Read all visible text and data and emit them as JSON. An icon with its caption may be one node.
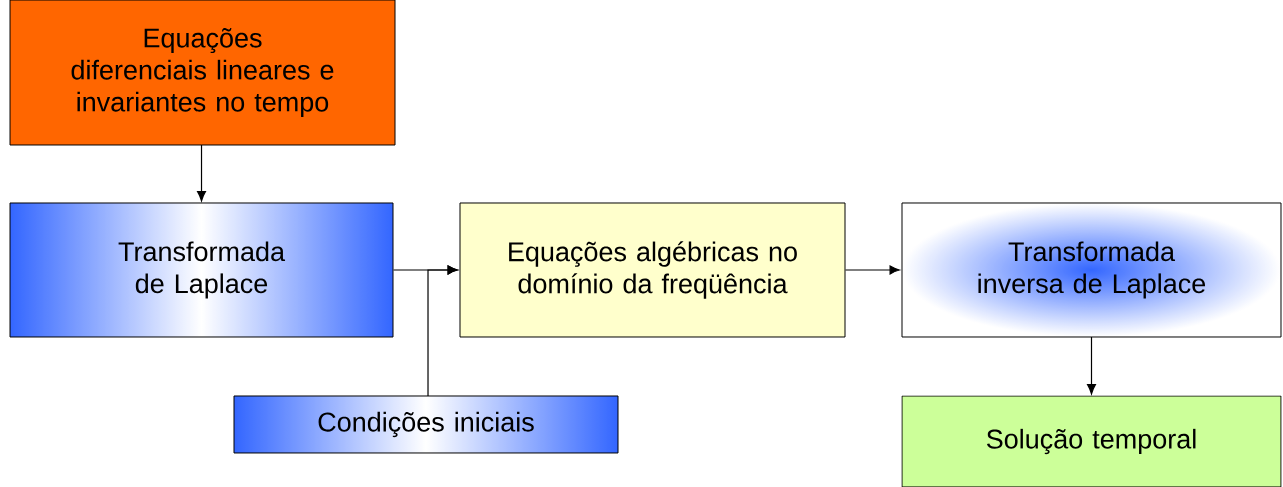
{
  "diagram": {
    "nodes": [
      {
        "text": [
          "Equações diferenciais lineares e invariantes no tempo"
        ]
      },
      {
        "text": [
          "Transformada de Laplace"
        ]
      },
      {
        "text": [
          "Equações algébricas no domínio da freqüência"
        ]
      },
      {
        "text": [
          "Transformada inversa de Laplace"
        ]
      },
      {
        "text": [
          "Condições iniciais"
        ]
      },
      {
        "text": [
          "Solução temporal"
        ]
      }
    ],
    "edges": [
      {
        "from": 0,
        "to": 1,
        "arrow": "to"
      },
      {
        "from": 1,
        "to": 2,
        "arrow": "to"
      },
      {
        "from": 4,
        "to": 2,
        "arrow": "to"
      },
      {
        "from": 2,
        "to": 3,
        "arrow": "to"
      },
      {
        "from": 3,
        "to": 5,
        "arrow": "to"
      }
    ]
  }
}
